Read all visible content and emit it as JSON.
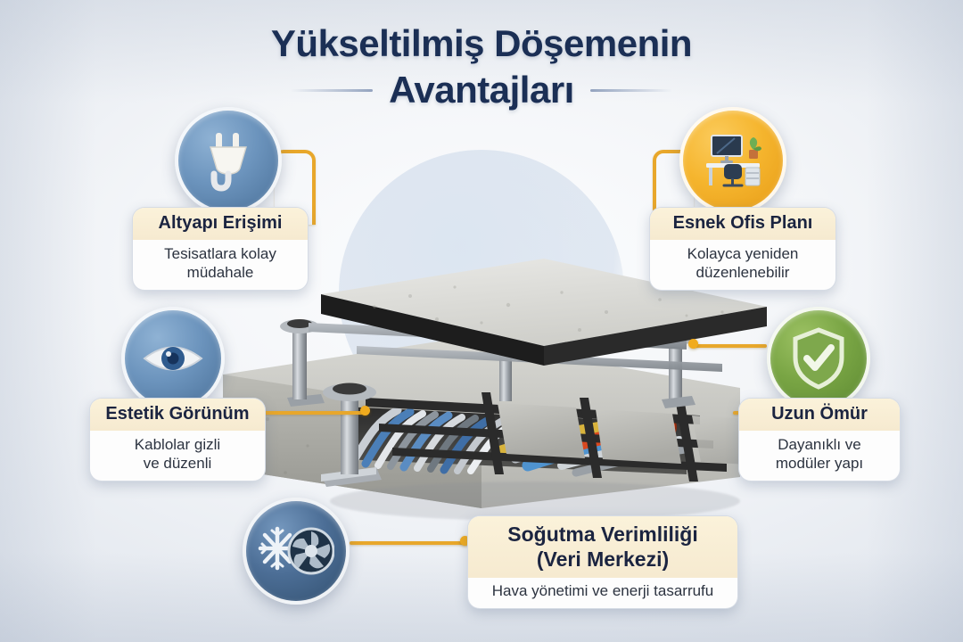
{
  "title": {
    "line1": "Yükseltilmiş Döşemenin",
    "line2": "Avantajları"
  },
  "colors": {
    "title": "#1b2f55",
    "connector": "#e8a72b",
    "card_header_bg": "#f8eed4",
    "icon_blue": "#6c94bd",
    "icon_amber": "#f5b52e",
    "icon_green": "#79a544",
    "icon_dark_blue": "#4c6e96",
    "background": "#eef1f5"
  },
  "illustration": {
    "name": "raised-access-floor-cutaway",
    "alt": "Yükseltilmiş döşeme paneli, ayaklar ve kablo boşluğu kesiti",
    "cable_colors": [
      "#4f7fb5",
      "#b9bfc6",
      "#e2e5e8",
      "#d9481f",
      "#e8b53a",
      "#2f4f74"
    ]
  },
  "benefits": [
    {
      "id": "altyapi-erisimi",
      "title": "Altyapı Erişimi",
      "desc": "Tesisatlara kolay\nmüdahale",
      "desc_lines": [
        "Tesisatlara kolay",
        "müdahale"
      ],
      "icon": "power-plug-icon",
      "icon_color": "blue"
    },
    {
      "id": "esnek-ofis-plani",
      "title": "Esnek Ofis Planı",
      "desc": "Kolayca yeniden\ndüzenlenebilir",
      "desc_lines": [
        "Kolayca yeniden",
        "düzenlenebilir"
      ],
      "icon": "office-desk-icon",
      "icon_color": "amber"
    },
    {
      "id": "estetik-gorunum",
      "title": "Estetik Görünüm",
      "desc": "Kablolar gizli\nve düzenli",
      "desc_lines": [
        "Kablolar gizli",
        "ve düzenli"
      ],
      "icon": "eye-icon",
      "icon_color": "blue"
    },
    {
      "id": "uzun-omur",
      "title": "Uzun Ömür",
      "desc": "Dayanıklı ve\nmodüler yapı",
      "desc_lines": [
        "Dayanıklı ve",
        "modüler yapı"
      ],
      "icon": "shield-check-icon",
      "icon_color": "green"
    },
    {
      "id": "sogutma-verimliligi",
      "title": "Soğutma Verimliliği",
      "subtitle": "(Veri Merkezi)",
      "desc": "Hava yönetimi ve enerji tasarrufu",
      "desc_lines": [
        "Hava yönetimi ve enerji tasarrufu"
      ],
      "icon": "snowflake-fan-icon",
      "icon_color": "dark-blue"
    }
  ]
}
